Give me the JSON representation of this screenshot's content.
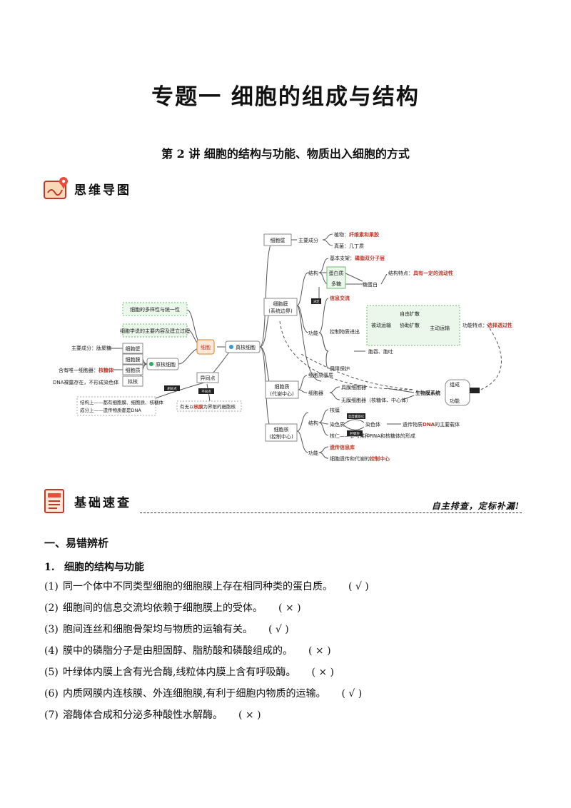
{
  "title": "专题一  细胞的组成与结构",
  "subtitle": "第 2 讲  细胞的结构与功能、物质出入细胞的方式",
  "sections": {
    "mindmap_label": "思维导图",
    "basics_label": "基础速查",
    "basics_slogan": "自主排查，定标补漏!"
  },
  "mindmap": {
    "center": "细胞",
    "left_top": "细胞的多样性与统一性",
    "left_mid": "细胞学说的主要内容及建立过程",
    "eukaryote": "真核细胞",
    "prokaryote": "原核细胞",
    "diff": "异同点",
    "pro_parts": [
      "细胞壁",
      "细胞膜",
      "细胞质",
      "拟核"
    ],
    "pro_notes": [
      "主要成分：肽聚糖",
      "含有唯一细胞器：",
      "DNA裸露存在，不形成染色体"
    ],
    "ribosome_red": "核糖体",
    "same_label": "相同点",
    "diff_label": "不同点",
    "same_text_1": "结构上——都有细胞膜、细胞质、核糖体",
    "same_text_2": "成分上——遗传物质都是DNA",
    "diff_text_prefix": "有无以",
    "diff_text_red": "核膜",
    "diff_text_suffix": "为界限的细胞核",
    "wall": "细胞壁",
    "wall_comp": "主要成分",
    "plant": "植物：",
    "plant_red": "纤维素和果胶",
    "fungi": "真菌：几丁质",
    "membrane": "细胞膜",
    "membrane_sub": "(系统边界)",
    "structure": "结构",
    "basic_frame": "基本支架：",
    "basic_frame_red": "磷脂双分子层",
    "protein": "蛋白质",
    "polysaccharide": "多糖",
    "glycoprotein": "糖蛋白",
    "struct_feature": "结构特点：",
    "struct_feature_red": "具有一定的流动性",
    "decide": "决定",
    "info_exchange": "信息交流",
    "function": "功能",
    "control_transport": "控制物质进出",
    "passive": "被动运输",
    "free_diffusion": "自由扩散",
    "facilitated": "协助扩散",
    "active": "主动运输",
    "func_feature": "功能特点：",
    "func_feature_red": "选择透过性",
    "endo_exo": "胞吞、胞吐",
    "protect": "屏障保护",
    "cytoplasm": "细胞质",
    "cytoplasm_sub": "(代谢中心)",
    "matrix": "细胞质基质",
    "organelle": "细胞器",
    "membrane_org": "具膜细胞器",
    "nonmembrane_org": "无膜细胞器（核糖体、中心体）",
    "biomembrane": "生物膜系统",
    "composition": "组成",
    "func": "功能",
    "nucleus": "细胞核",
    "nucleus_sub": "(控制中心)",
    "nuc_structure": "结构",
    "nuc_membrane": "核膜",
    "chromatin": "染色质",
    "chromosome": "染色体",
    "spiral": "高度螺旋化",
    "unspiral": "解螺旋",
    "dna_carrier": "遗传物质",
    "dna_red": "DNA",
    "dna_carrier_suffix": "的主要载体",
    "nucleolus": "核仁——参与某种RNA和核糖体的形成",
    "nuc_function": "功能",
    "info_store_red": "遗传信息库",
    "control_prefix": "细胞遗传和代谢的",
    "control_red": "控制中心"
  },
  "section1": {
    "heading": "一、易错辨析",
    "sub_num": "1.",
    "sub_title": "细胞的结构与功能",
    "items": [
      {
        "n": "(1)",
        "text": "同一个体中不同类型细胞的细胞膜上存在相同种类的蛋白质。",
        "ans": "( √ )"
      },
      {
        "n": "(2)",
        "text": "细胞间的信息交流均依赖于细胞膜上的受体。",
        "ans": "( × )"
      },
      {
        "n": "(3)",
        "text": "胞间连丝和细胞骨架均与物质的运输有关。",
        "ans": "( √ )"
      },
      {
        "n": "(4)",
        "text": "膜中的磷脂分子是由胆固醇、脂肪酸和磷酸组成的。",
        "ans": "( × )"
      },
      {
        "n": "(5)",
        "text": "叶绿体内膜上含有光合酶,线粒体内膜上含有呼吸酶。",
        "ans": "( × )"
      },
      {
        "n": "(6)",
        "text": "内质网膜内连核膜、外连细胞膜,有利于细胞内物质的运输。",
        "ans": "( √ )"
      },
      {
        "n": "(7)",
        "text": "溶酶体合成和分泌多种酸性水解酶。",
        "ans": "( × )"
      }
    ]
  }
}
